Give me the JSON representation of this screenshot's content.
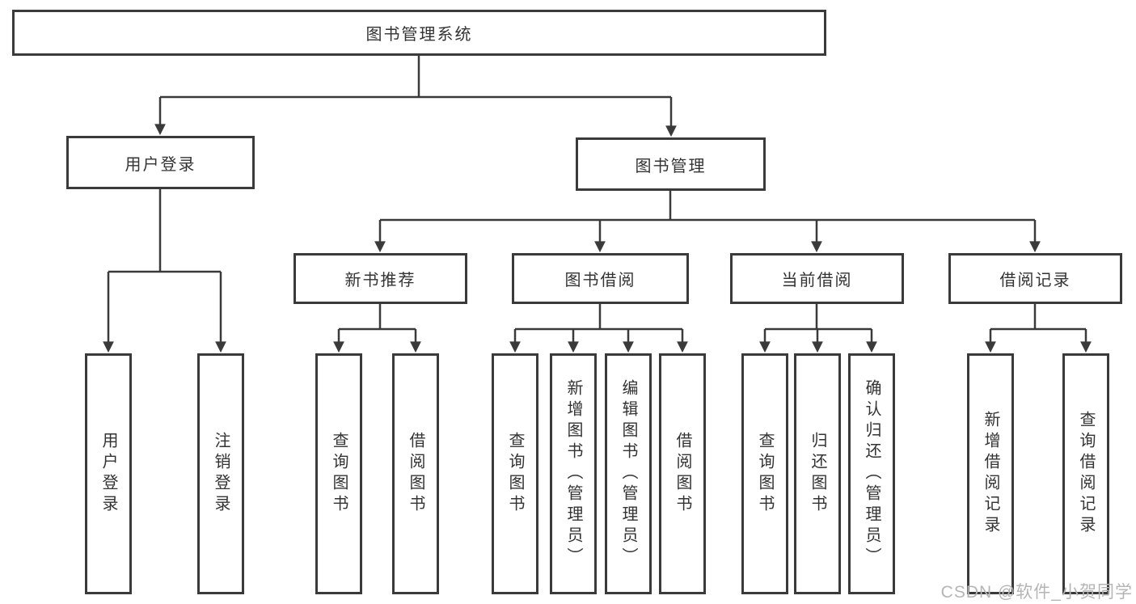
{
  "diagram": {
    "title": "图书管理系统",
    "type": "hierarchy-diagram"
  },
  "colors": {
    "background": "#ffffff",
    "line": "#3a3a3a",
    "box_border": "#3a3a3a",
    "text": "#333333",
    "watermark_text": "#b5b5b5"
  },
  "watermark": "CSDN @软件_小贺同学",
  "nodes": {
    "root": {
      "label": "图书管理系统"
    },
    "user_login": {
      "label": "用户登录"
    },
    "book_mgmt": {
      "label": "图书管理"
    },
    "new_book_rec": {
      "label": "新书推荐"
    },
    "book_borrow": {
      "label": "图书借阅"
    },
    "current_borrow": {
      "label": "当前借阅"
    },
    "borrow_record": {
      "label": "借阅记录"
    },
    "leaf_user_login": {
      "label": "用户登录"
    },
    "leaf_logout": {
      "label": "注销登录"
    },
    "leaf_rec_query": {
      "label": "查询图书"
    },
    "leaf_rec_borrow": {
      "label": "借阅图书"
    },
    "leaf_bb_query": {
      "label": "查询图书"
    },
    "leaf_bb_add": {
      "label": "新增图书（管理员）"
    },
    "leaf_bb_edit": {
      "label": "编辑图书（管理员）"
    },
    "leaf_bb_borrow": {
      "label": "借阅图书"
    },
    "leaf_cb_query": {
      "label": "查询图书"
    },
    "leaf_cb_return": {
      "label": "归还图书"
    },
    "leaf_cb_confirm": {
      "label": "确认归还（管理员）"
    },
    "leaf_br_add": {
      "label": "新增借阅记录"
    },
    "leaf_br_query": {
      "label": "查询借阅记录"
    }
  },
  "hierarchy": {
    "root": "图书管理系统",
    "children": [
      {
        "label": "用户登录",
        "children": [
          "用户登录",
          "注销登录"
        ]
      },
      {
        "label": "图书管理",
        "children": [
          {
            "label": "新书推荐",
            "children": [
              "查询图书",
              "借阅图书"
            ]
          },
          {
            "label": "图书借阅",
            "children": [
              "查询图书",
              "新增图书（管理员）",
              "编辑图书（管理员）",
              "借阅图书"
            ]
          },
          {
            "label": "当前借阅",
            "children": [
              "查询图书",
              "归还图书",
              "确认归还（管理员）"
            ]
          },
          {
            "label": "借阅记录",
            "children": [
              "新增借阅记录",
              "查询借阅记录"
            ]
          }
        ]
      }
    ]
  }
}
